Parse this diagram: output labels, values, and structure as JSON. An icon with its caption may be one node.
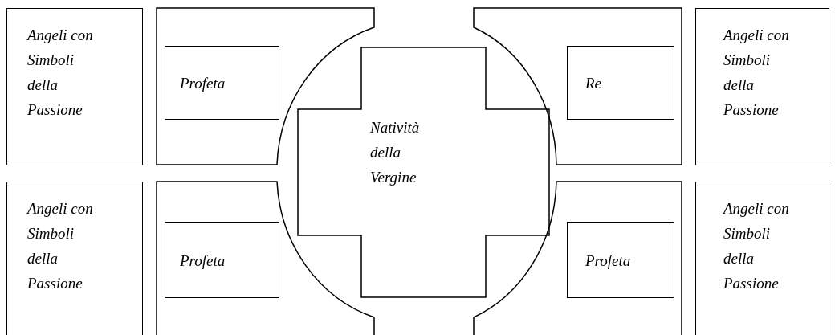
{
  "diagram": {
    "nodes": [
      {
        "text": [
          "Angeli con Simboli della Passione"
        ]
      },
      {
        "text": [],
        "shape": "box"
      },
      {
        "text": [
          "Profeta"
        ],
        "in": 1
      },
      {
        "text": [
          "Natività della Vergine"
        ]
      },
      {
        "text": [],
        "shape": "box"
      },
      {
        "text": [
          "Re"
        ],
        "in": 4
      },
      {
        "text": [
          "Angeli con Simboli della Passione"
        ]
      },
      {
        "text": [
          "Angeli con Simboli della Passione"
        ]
      },
      {
        "text": [],
        "shape": "box"
      },
      {
        "text": [
          "Profeta"
        ],
        "in": 8
      },
      {
        "text": [],
        "shape": "box"
      },
      {
        "text": [
          "Profeta"
        ],
        "in": 10
      },
      {
        "text": [
          "Angeli con Simboli della Passione"
        ]
      }
    ],
    "edges": []
  }
}
